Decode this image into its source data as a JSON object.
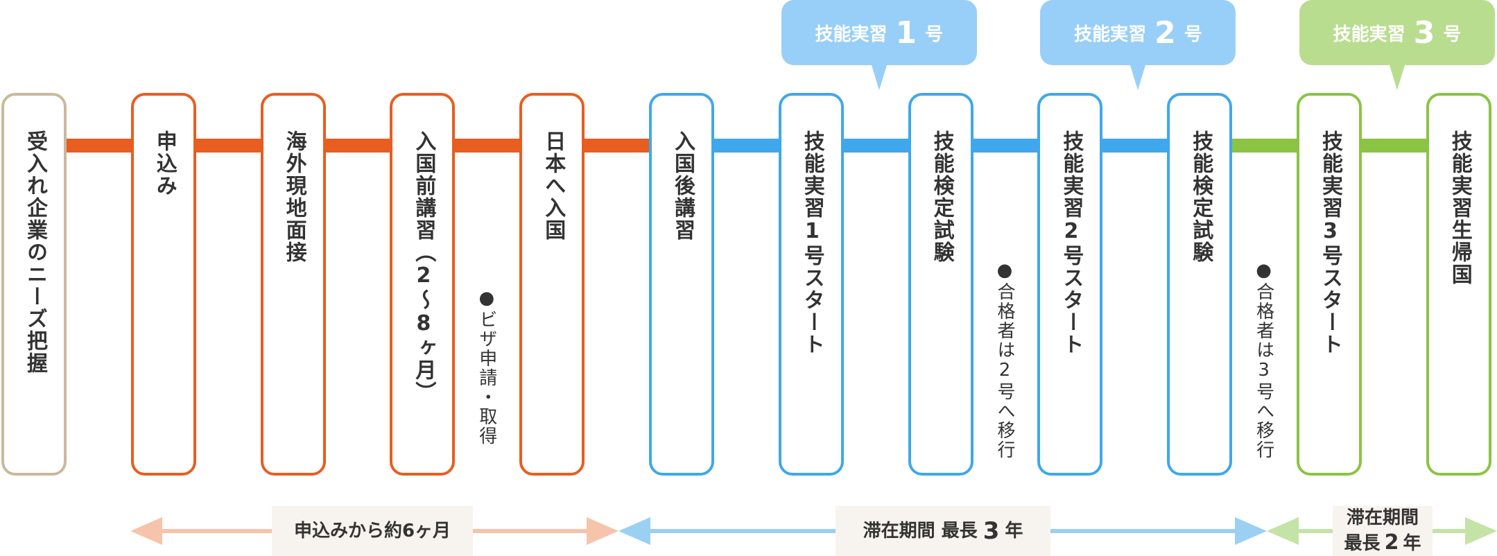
{
  "colors": {
    "beige": "#c9b99b",
    "orange": "#e85d20",
    "blue": "#3fa7ec",
    "green": "#8ac442",
    "callout_blue": "#98cff8",
    "callout_green": "#b9dd8f",
    "arrow_orange": "#f5c4ab",
    "arrow_blue": "#9bd0f3",
    "arrow_green": "#c4e3a6",
    "text": "#333333",
    "label_bg": "#f7f3ee"
  },
  "steps": [
    {
      "label": "受入れ企業のニーズ把握",
      "color": "beige"
    },
    {
      "label": "申込み",
      "color": "orange"
    },
    {
      "label": "海外現地面接",
      "color": "orange"
    },
    {
      "label": "入国前講習（2〜8ヶ月）",
      "color": "orange"
    },
    {
      "label": "日本へ入国",
      "color": "orange"
    },
    {
      "label": "入国後講習",
      "color": "blue"
    },
    {
      "label": "技能実習1号スタート",
      "color": "blue"
    },
    {
      "label": "技能検定試験",
      "color": "blue"
    },
    {
      "label": "技能実習2号スタート",
      "color": "blue"
    },
    {
      "label": "技能検定試験",
      "color": "blue"
    },
    {
      "label": "技能実習3号スタート",
      "color": "green"
    },
    {
      "label": "技能実習生帰国",
      "color": "green"
    }
  ],
  "connectors": [
    "orange",
    "orange",
    "orange",
    "orange",
    "orange",
    "blue",
    "blue",
    "blue",
    "blue",
    "green",
    "green"
  ],
  "notes": [
    {
      "text": "●ビザ申請・取得",
      "after_step": 3
    },
    {
      "text": "●合格者は2号へ移行",
      "after_step": 7
    },
    {
      "text": "●合格者は3号へ移行",
      "after_step": 9
    }
  ],
  "callouts": [
    {
      "label": "技能実習",
      "number": "1",
      "suffix": "号",
      "color": "callout_blue",
      "above_step": 6
    },
    {
      "label": "技能実習",
      "number": "2",
      "suffix": "号",
      "color": "callout_blue",
      "above_step": 8
    },
    {
      "label": "技能実習",
      "number": "3",
      "suffix": "号",
      "color": "callout_green",
      "above_step": 10
    }
  ],
  "periods": [
    {
      "text": "申込みから約6ヶ月",
      "color": "arrow_orange",
      "from_step": 1,
      "to_step": 4
    },
    {
      "text_pre": "滞在期間 最長",
      "number": "3",
      "text_post": "年",
      "color": "arrow_blue",
      "from_step": 4,
      "to_step": 9
    },
    {
      "line1": "滞在期間",
      "line2_pre": "最長",
      "number": "2",
      "line2_post": "年",
      "color": "arrow_green",
      "from_step": 9,
      "to_step": 11
    }
  ]
}
